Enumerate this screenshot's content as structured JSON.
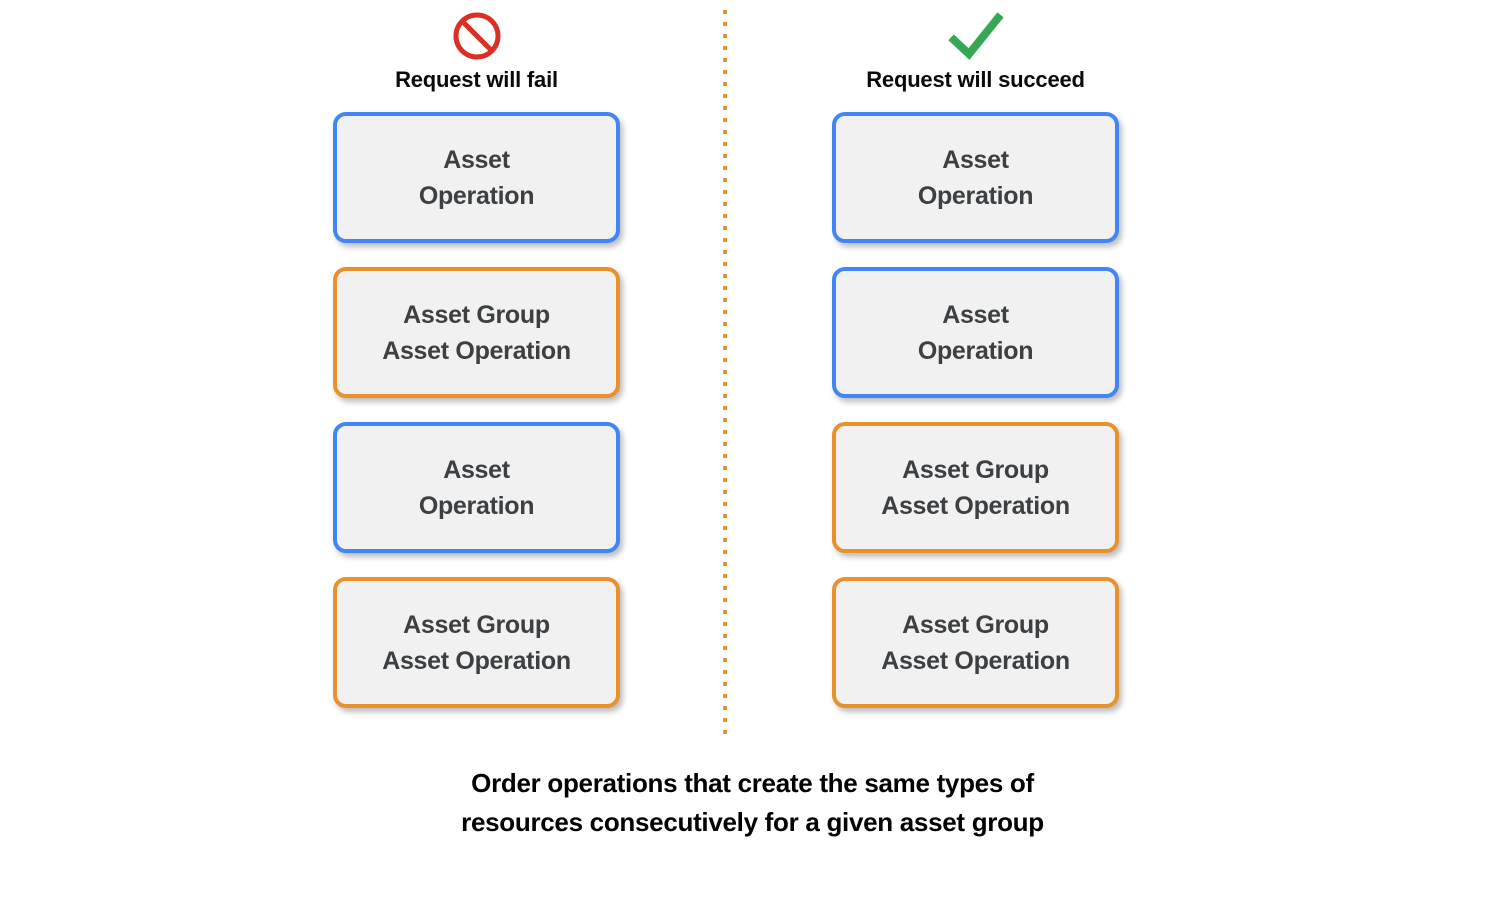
{
  "diagram": {
    "background_color": "#ffffff",
    "divider": {
      "icon": "dotted-vertical-divider",
      "color": "#e8912d"
    },
    "colors": {
      "blue_border": "#4285f4",
      "orange_border": "#e8912d",
      "card_fill": "#f1f1f1",
      "card_text": "#3c4043",
      "fail_icon": "#d93025",
      "success_icon": "#34a853"
    },
    "columns": [
      {
        "id": "fail",
        "icon": "prohibition-icon",
        "icon_color": "#d93025",
        "title": "Request will fail",
        "cards": [
          {
            "label": "Asset\nOperation",
            "border": "blue"
          },
          {
            "label": "Asset Group\nAsset Operation",
            "border": "orange"
          },
          {
            "label": "Asset\nOperation",
            "border": "blue"
          },
          {
            "label": "Asset Group\nAsset Operation",
            "border": "orange"
          }
        ]
      },
      {
        "id": "succeed",
        "icon": "checkmark-icon",
        "icon_color": "#34a853",
        "title": "Request will succeed",
        "cards": [
          {
            "label": "Asset\nOperation",
            "border": "blue"
          },
          {
            "label": "Asset\nOperation",
            "border": "blue"
          },
          {
            "label": "Asset Group\nAsset Operation",
            "border": "orange"
          },
          {
            "label": "Asset Group\nAsset Operation",
            "border": "orange"
          }
        ]
      }
    ],
    "caption": {
      "line1": "Order operations that create the same types of",
      "line2": "resources consecutively for a given asset group"
    }
  }
}
